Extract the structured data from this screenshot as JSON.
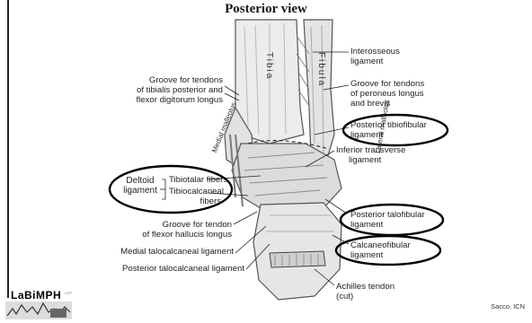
{
  "title": "Posterior view",
  "bone_labels": {
    "tibia": "Tibia",
    "fibula": "Fibula"
  },
  "rotated_labels": {
    "medial_malleolus": "Medial malleolus",
    "lateral_malleolus": "Lateral malleolus"
  },
  "left_labels": {
    "groove_tibialis": [
      "Groove for tendons",
      "of tibialis posterior and",
      "flexor digitorum longus"
    ],
    "deltoid": [
      "Deltoid",
      "ligament"
    ],
    "tibiotalar": "Tibiotalar fibers",
    "tibiocalcaneal": [
      "Tibiocalcaneal",
      "fibers"
    ],
    "groove_flexor_hallucis": [
      "Groove for tendon",
      "of flexor hallucis longus"
    ],
    "medial_talocalcaneal": "Medial talocalcaneal ligament",
    "posterior_talocalcaneal": "Posterior talocalcaneal ligament"
  },
  "right_labels": {
    "interosseous": [
      "Interosseous",
      "ligament"
    ],
    "groove_peroneus": [
      "Groove for tendons",
      "of peroneus longus",
      "and brevis"
    ],
    "posterior_tibiofibular": [
      "Posterior tibiofibular",
      "ligament"
    ],
    "inferior_transverse": [
      "Inferior transverse",
      "ligament"
    ],
    "posterior_talofibular": [
      "Posterior talofibular",
      "ligament"
    ],
    "calcaneofibular": [
      "Calcaneofibular",
      "ligament"
    ],
    "achilles": [
      "Achilles tendon",
      "(cut)"
    ]
  },
  "credit": "Sacco, ICN",
  "logo": {
    "text": "LaBiMPH",
    "sub": "USP"
  },
  "colors": {
    "ink": "#222222",
    "bone_fill": "#e9e9e9",
    "bone_shade": "#b5b5b5",
    "highlight": "#000000"
  }
}
